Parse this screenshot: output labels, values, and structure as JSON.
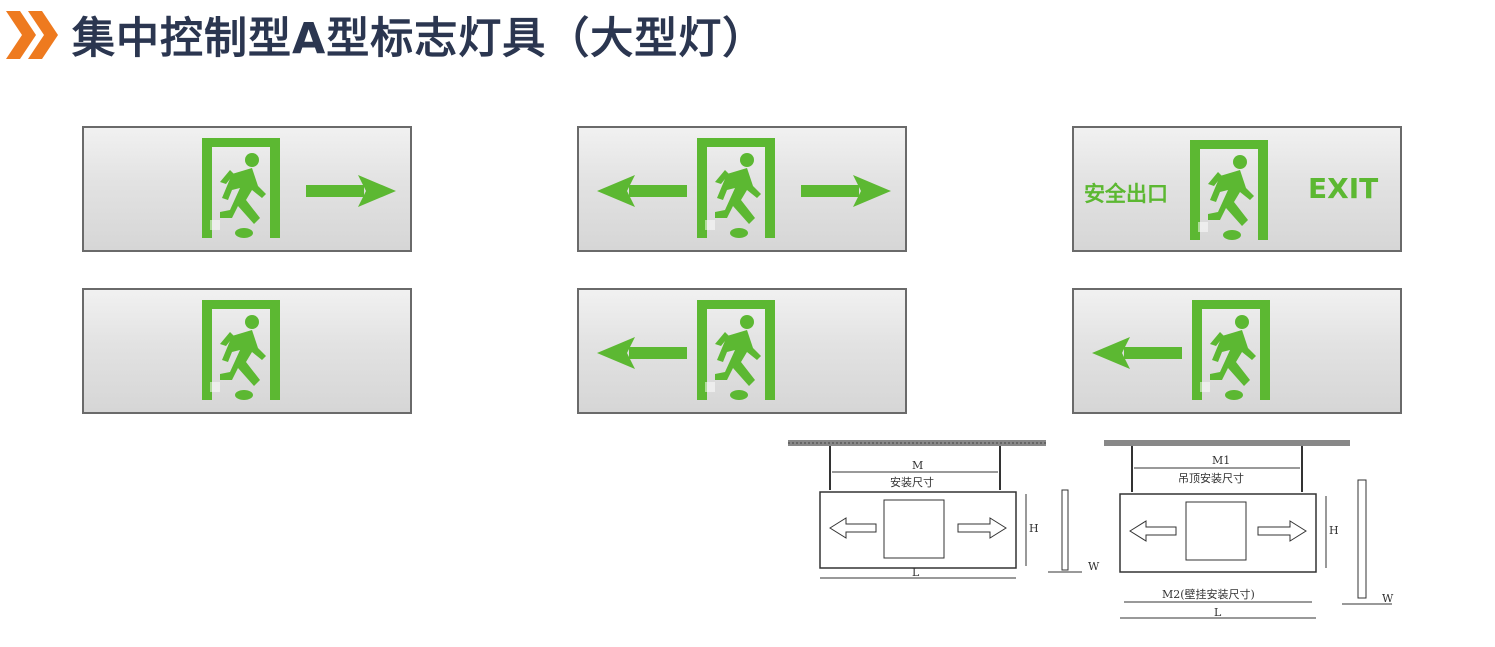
{
  "header": {
    "title": "集中控制型A型标志灯具（大型灯）",
    "chevron_color": "#ee7a1f"
  },
  "colors": {
    "green": "#5cb832",
    "frame": "#6a6a6a",
    "title": "#2b3650"
  },
  "signs": [
    {
      "variant": "right-arrow"
    },
    {
      "variant": "both-arrows"
    },
    {
      "variant": "text",
      "left_text": "安全出口",
      "right_text": "EXIT"
    },
    {
      "variant": "no-arrow"
    },
    {
      "variant": "left-arrow"
    },
    {
      "variant": "left-arrow"
    }
  ],
  "drawing1": {
    "m_label": "M",
    "m_sub": "安装尺寸",
    "l_label": "L",
    "h_label": "H",
    "w_label": "W"
  },
  "drawing2": {
    "m1_label": "M1",
    "m1_sub": "吊顶安装尺寸",
    "m2_label": "M2(壁挂安装尺寸)",
    "l_label": "L",
    "h_label": "H",
    "w_label": "W"
  }
}
